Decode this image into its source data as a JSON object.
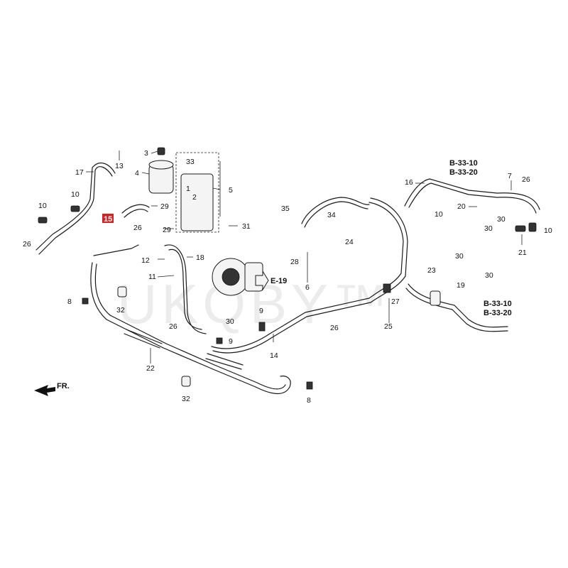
{
  "watermark": "UKQBY™",
  "front_indicator": "FR.",
  "highlighted_part": "15",
  "ref_codes": {
    "e19": "E-19",
    "b3310_top": "B-33-10",
    "b3320_top": "B-33-20",
    "b3310_right": "B-33-10",
    "b3320_right": "B-33-20"
  },
  "callouts": {
    "c3": "3",
    "c4": "4",
    "c17": "17",
    "c13": "13",
    "c10a": "10",
    "c10b": "10",
    "c33": "33",
    "c1": "1",
    "c5": "5",
    "c2": "2",
    "c29a": "29",
    "c29b": "29",
    "c26a": "26",
    "c26b": "26",
    "c31": "31",
    "c18": "18",
    "c12": "12",
    "c11": "11",
    "c8a": "8",
    "c32a": "32",
    "c22": "22",
    "c32b": "32",
    "c9a": "9",
    "c9b": "9",
    "c26c": "26",
    "c30a": "30",
    "c14": "14",
    "c8b": "8",
    "c35": "35",
    "c28": "28",
    "c6": "6",
    "c34": "34",
    "c24": "24",
    "c26d": "26",
    "c27": "27",
    "c25": "25",
    "c16": "16",
    "c10c": "10",
    "c20": "20",
    "c30b": "30",
    "c7": "7",
    "c26e": "26",
    "c30c": "30",
    "c10d": "10",
    "c21": "21",
    "c30d": "30",
    "c23": "23",
    "c30e": "30",
    "c19": "19"
  },
  "colors": {
    "highlight": "#d81e1e",
    "line": "#1a1a1a",
    "watermark": "#c9c9c9"
  }
}
